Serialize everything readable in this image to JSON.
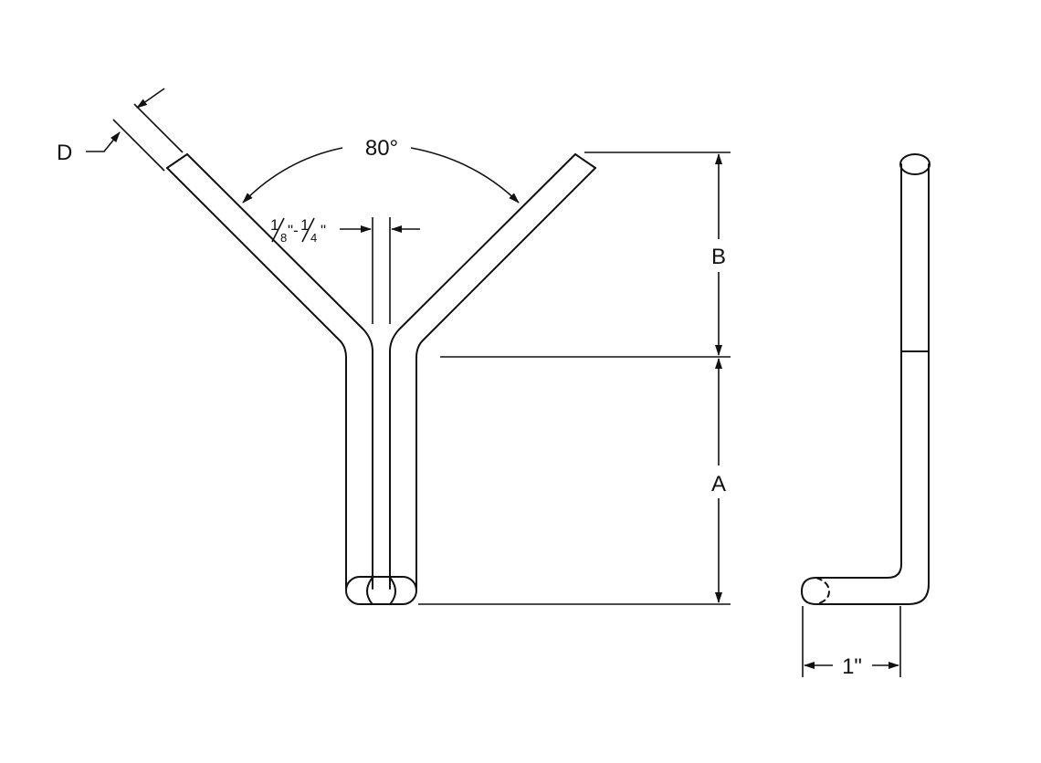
{
  "labels": {
    "angle": "80°",
    "diameter": "D",
    "dim_b": "B",
    "dim_a": "A",
    "offset": "1\""
  },
  "gap": {
    "num1": "1",
    "den1": "8",
    "mid": "\"-",
    "num2": "1",
    "den2": "4",
    "end": "\""
  }
}
